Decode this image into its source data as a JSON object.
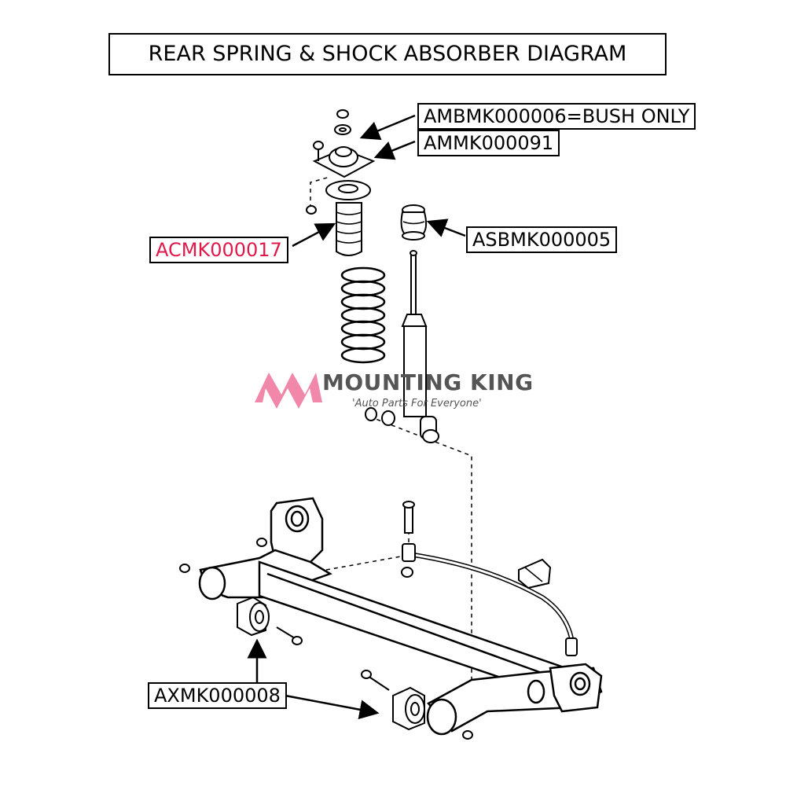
{
  "title": "REAR SPRING & SHOCK ABSORBER DIAGRAM",
  "labels": {
    "ambmk": "AMBMK000006=BUSH ONLY",
    "ammk": "AMMK000091",
    "acmk": "ACMK000017",
    "asbmk": "ASBMK000005",
    "axmk": "AXMK000008"
  },
  "logo": {
    "name": "MOUNTING KING",
    "tagline": "'Auto Parts For Everyone'"
  },
  "colors": {
    "accent": "#e0194a",
    "logo_pink": "#f07aa0",
    "logo_gray": "#555555"
  }
}
